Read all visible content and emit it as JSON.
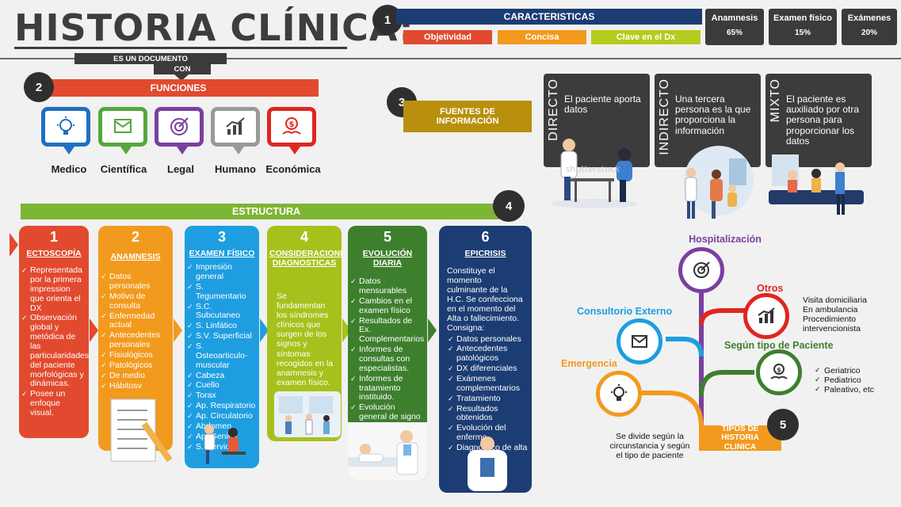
{
  "title": "HISTORIA CLÍNICA:",
  "es_un": {
    "line1": "ES UN DOCUMENTO",
    "line2": "CON"
  },
  "caracteristicas": {
    "num": "1",
    "header": "CARACTERISTICAS",
    "items": [
      "Objetividad",
      "Concisa",
      "Clave en el Dx"
    ],
    "stats": [
      {
        "label": "Anamnesis",
        "pct": "65%"
      },
      {
        "label": "Examen físico",
        "pct": "15%"
      },
      {
        "label": "Exámenes",
        "pct": "20%"
      }
    ]
  },
  "funciones": {
    "num": "2",
    "header": "FUNCIONES",
    "items": [
      {
        "label": "Medico",
        "icon": "lightbulb-icon",
        "color": "#1f6fc2"
      },
      {
        "label": "Científica",
        "icon": "document-icon",
        "color": "#55a83a"
      },
      {
        "label": "Legal",
        "icon": "target-icon",
        "color": "#7a3fa0"
      },
      {
        "label": "Humano",
        "icon": "chart-icon",
        "color": "#9a9a9a"
      },
      {
        "label": "Económica",
        "icon": "money-icon",
        "color": "#e0261f"
      }
    ]
  },
  "fuentes": {
    "num": "3",
    "header": "FUENTES DE INFORMACIÓN",
    "items": [
      {
        "title": "DIRECTO",
        "text": "El paciente aporta datos"
      },
      {
        "title": "INDIRECTO",
        "text": "Una tercera persona es la que proporciona la información"
      },
      {
        "title": "MIXTO",
        "text": "El paciente es auxiliado por otra persona para proporcionar los datos"
      }
    ]
  },
  "estructura": {
    "num": "4",
    "header": "ESTRUCTURA",
    "cards": [
      {
        "num": "1",
        "title": "ECTOSCOPÍA",
        "color": "#e24a2f",
        "items": [
          "Representada por la primera impression que orienta el DX",
          "Observación global y metódica de las particularidades del paciente morfológicas y dinámicas.",
          "Posee un enfoque visual."
        ]
      },
      {
        "num": "2",
        "title": "ANAMNESIS",
        "color": "#f29a1e",
        "items": [
          "Datos personales",
          "Motivo de consulta",
          "Enfermedad actual",
          "Antecedentes personales",
          "Fisiológicos",
          "Patológicos",
          "De medio",
          "Hábitosv"
        ]
      },
      {
        "num": "3",
        "title": "EXAMEN FÍSICO",
        "color": "#1e9ee0",
        "items": [
          "Impresión general",
          "S. Tegumentario",
          "S.C. Subcutaneo",
          "S. Linfático",
          "S.V. Superficial",
          "S. Osteoarticulo-muscular",
          "Cabeza",
          "Cuello",
          "Torax",
          "Ap. Respiratorio",
          "Ap. Circulatorio",
          "Abdomen",
          "Ap. Genital",
          "S. Nervioso"
        ]
      },
      {
        "num": "4",
        "title": "CONSIDERACIONES DIAGNOSTICAS",
        "color": "#a7c11c",
        "text": "Se fundamentan los síndromes clínicos que surgen de los signos y síntomas recogidos en la anamnesis y examen físico."
      },
      {
        "num": "5",
        "title": "EVOLUCIÓN DIARIA",
        "color": "#3e7f2e",
        "items": [
          "Datos mensurables",
          "Cambios en el examen físico",
          "Resultados de Ex. Complementarios",
          "Informes de consultas con especialistas.",
          "Informes de tratamiento instituido.",
          "Evolución general de signo sintomatología."
        ]
      },
      {
        "num": "6",
        "title": "EPICRISIS",
        "color": "#1c3d73",
        "text": "Constituye el momento culminante de la H.C. Se confecciona en el momento del Alta o fallecimiento. Consigna:",
        "items": [
          "Datos personales",
          "Antecedentes patológicos",
          "DX diferenciales",
          "Exámenes complementarios",
          "Tratamiento",
          "Resultados obtenidos",
          "Evolución del enfermo",
          "Diagnostico de alta"
        ]
      }
    ]
  },
  "tipos": {
    "num": "5",
    "header": "TIPOS DE HISTORIA CLINICA",
    "desc": "Se divide según la circunstancia y según el tipo de paciente",
    "hospitalizacion": "Hospitalización",
    "otros": "Otros",
    "otros_items": [
      "Visita domiciliaria",
      "En ambulancia",
      "Procedimiento intervencionista"
    ],
    "consultorio": "Consultorio Externo",
    "paciente": "Según tipo de Paciente",
    "paciente_items": [
      "Geriatrico",
      "Pediatrico",
      "Paleativo, etc"
    ],
    "emergencia": "Emergencia"
  },
  "watermark": "shutterstock",
  "colors": {
    "navy": "#1c3d73",
    "red": "#e24a2f",
    "orange": "#f29a1e",
    "green": "#7db534",
    "purple": "#7a3fa0",
    "cyan": "#1e9ee0"
  }
}
